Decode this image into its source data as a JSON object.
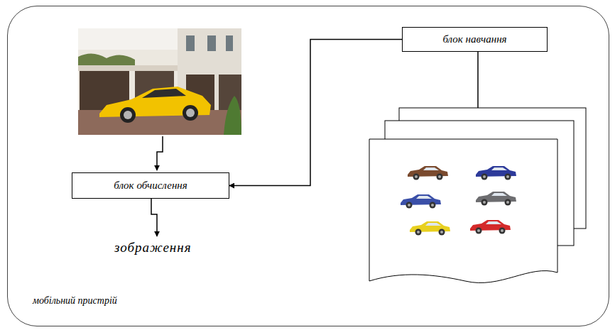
{
  "diagram": {
    "nodes": [
      {
        "text": [
          "мобільний пристрій"
        ]
      },
      {
        "text": [
          "блок навчання"
        ],
        "in": 0
      },
      {
        "text": [
          "блок обчислення"
        ],
        "in": 0
      }
    ],
    "edges": [
      {
        "from": 1,
        "to": 2,
        "arrow": "to"
      }
    ],
    "labels": [
      "зображення"
    ]
  }
}
